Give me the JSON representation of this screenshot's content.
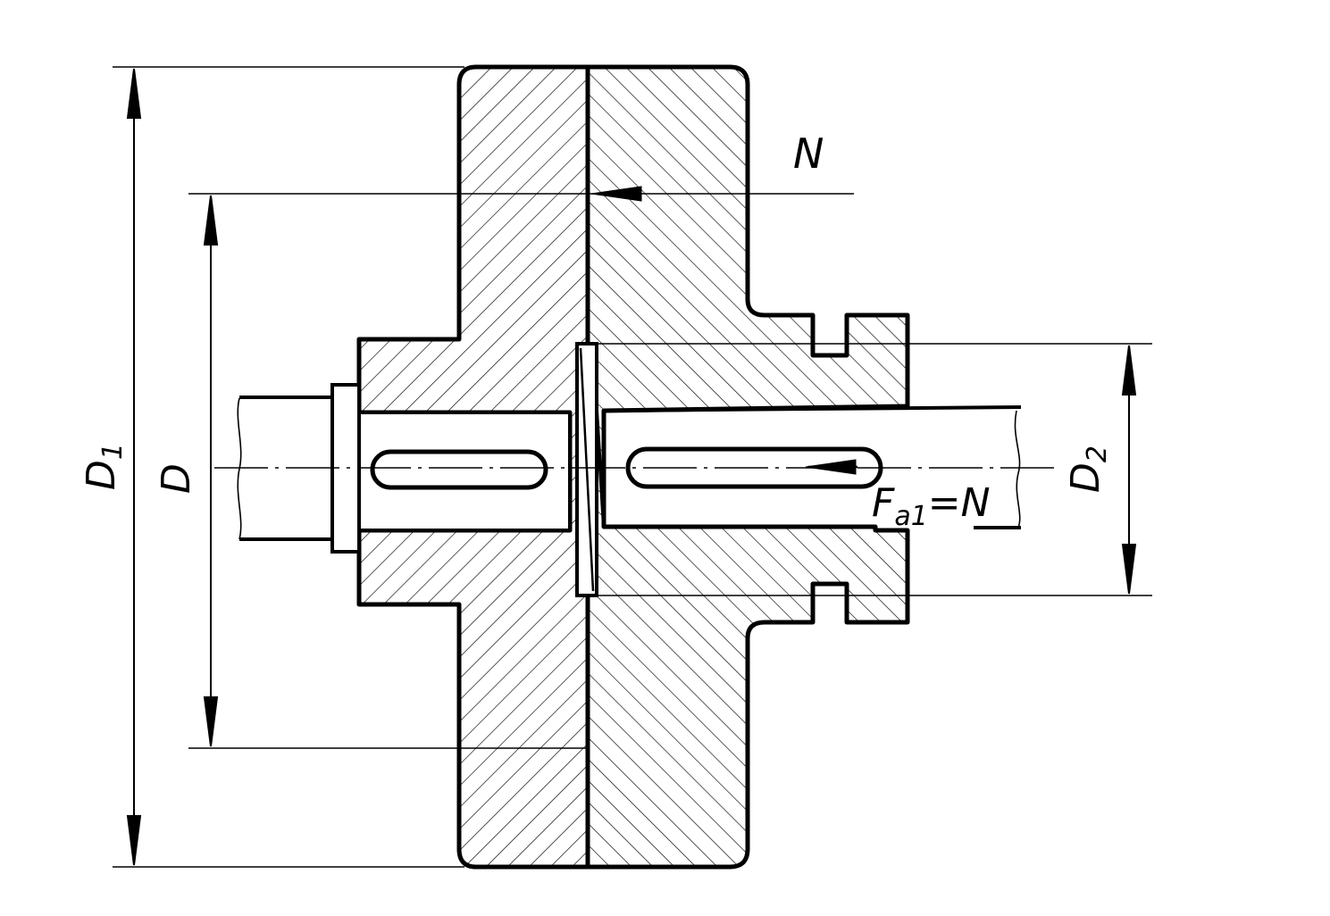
{
  "labels": {
    "outer_diameter": "D",
    "outer_diameter_sub": "1",
    "mid_diameter": "D",
    "hub_diameter": "D",
    "hub_diameter_sub": "2",
    "normal_force": "N",
    "axial_force": "F",
    "axial_force_sub": "a1",
    "axial_force_eq": "=N"
  },
  "colors": {
    "line": "#000000",
    "background": "#ffffff"
  }
}
